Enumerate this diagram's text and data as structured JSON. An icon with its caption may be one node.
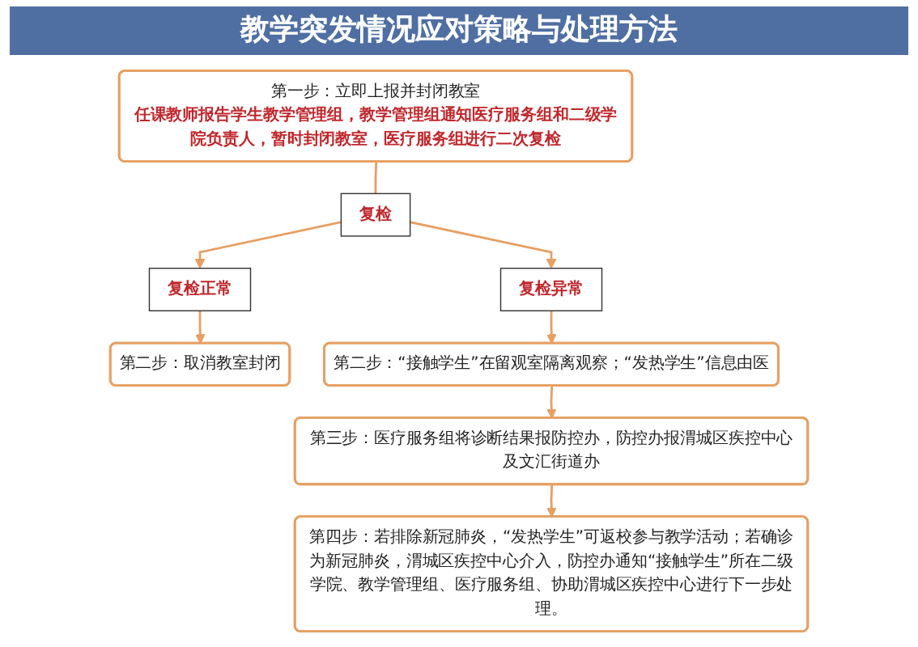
{
  "diagram": {
    "title": "教学突发情况应对策略与处理方法",
    "nodes": [
      {
        "text": [
          "第一步：立即上报并封闭教室",
          "任课教师报告学生教学管理组，教学管理组通知医疗服务组和二级学院负责人，暂时封闭教室，医疗服务组进行二次复检"
        ]
      },
      {
        "text": [
          "复检"
        ]
      },
      {
        "text": [
          "复检正常"
        ]
      },
      {
        "text": [
          "复检异常"
        ]
      },
      {
        "text": [
          "第二步：取消教室封闭"
        ]
      },
      {
        "text": [
          "第二步：“接触学生”在留观室隔离观察；“发热学生”信息由医"
        ]
      },
      {
        "text": [
          "第三步：医疗服务组将诊断结果报防控办，防控办报渭城区疾控中心及文汇街道办"
        ]
      },
      {
        "text": [
          "第四步：若排除新冠肺炎，“发热学生”可返校参与教学活动；若确诊为新冠肺炎，渭城区疾控中心介入，防控办通知“接触学生”所在二级学院、教学管理组、医疗服务组、协助渭城区疾控中心进行下一步处理。"
        ]
      }
    ],
    "edges": [
      {
        "from": 0,
        "to": 1,
        "arrow": "none"
      },
      {
        "from": 1,
        "to": 2,
        "arrow": "to"
      },
      {
        "from": 1,
        "to": 3,
        "arrow": "to"
      },
      {
        "from": 2,
        "to": 4,
        "arrow": "to"
      },
      {
        "from": 3,
        "to": 5,
        "arrow": "to"
      },
      {
        "from": 5,
        "to": 6,
        "arrow": "to"
      },
      {
        "from": 6,
        "to": 7,
        "arrow": "to"
      }
    ]
  }
}
